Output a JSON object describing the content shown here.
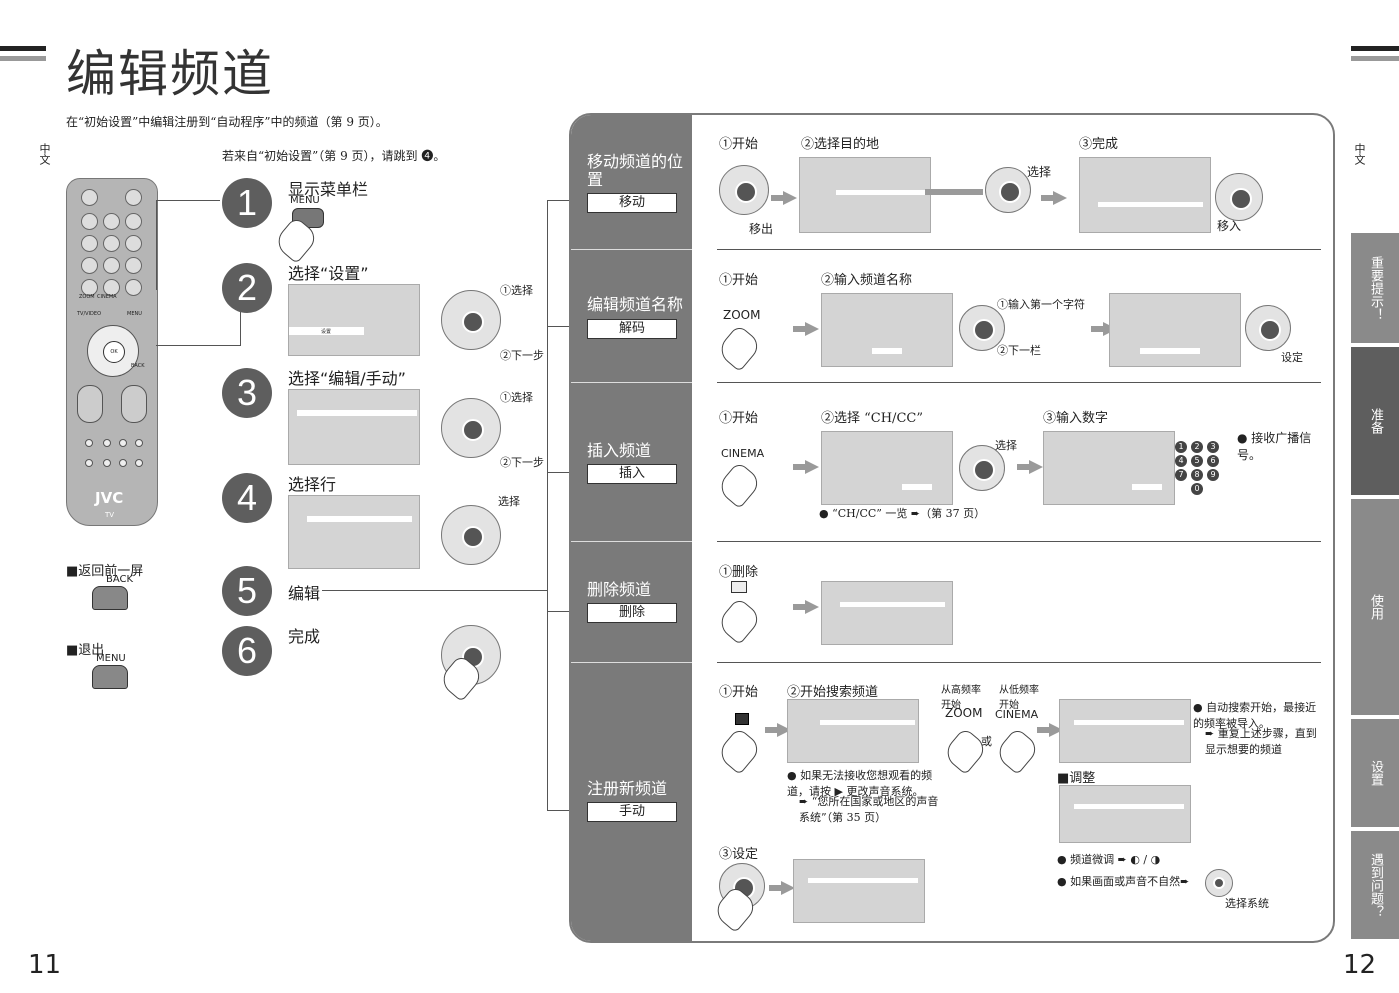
{
  "header": {
    "title": "编辑频道",
    "intro": "在“初始设置”中编辑注册到“自动程序”中的频道（第 9 页）。",
    "jump": "若来自“初始设置”（第 9 页），请跳到 ❹。"
  },
  "side_lang": {
    "left": "中文",
    "right": "中文"
  },
  "page_numbers": {
    "left": "11",
    "right": "12"
  },
  "steps": [
    {
      "num": "1",
      "label": "显示菜单栏",
      "sub": "MENU"
    },
    {
      "num": "2",
      "label": "选择“设置”"
    },
    {
      "num": "3",
      "label": "选择“编辑/手动”"
    },
    {
      "num": "4",
      "label": "选择行"
    },
    {
      "num": "5",
      "label": "编辑"
    },
    {
      "num": "6",
      "label": "完成"
    }
  ],
  "step_hints": {
    "s2_select": "①选择",
    "s2_next": "②下一步",
    "s3_select": "①选择",
    "s3_next": "②下一步",
    "s4_select": "选择",
    "s2_menu_item": "设置"
  },
  "remote": {
    "brand": "JVC",
    "tv": "TV",
    "zoom": "ZOOM",
    "cinema": "CINEMA",
    "tvvideo": "TV/VIDEO",
    "menu": "MENU",
    "back": "BACK",
    "ok": "OK"
  },
  "back_note": {
    "label": "■返回前一屏",
    "key": "BACK"
  },
  "exit_note": {
    "label": "■退出",
    "key": "MENU"
  },
  "sections": [
    {
      "title": "移动频道的位置",
      "button": "移动"
    },
    {
      "title": "编辑频道名称",
      "button": "解码"
    },
    {
      "title": "插入频道",
      "button": "插入"
    },
    {
      "title": "删除频道",
      "button": "删除"
    },
    {
      "title": "注册新频道",
      "button": "手动"
    }
  ],
  "move": {
    "start": "①开始",
    "dest": "②选择目的地",
    "done": "③完成",
    "select": "选择",
    "exit": "移出",
    "enter": "移入"
  },
  "rename": {
    "start": "①开始",
    "input": "②输入频道名称",
    "first_char": "①输入第一个字符",
    "next": "②下一栏",
    "set": "设定",
    "zoom": "ZOOM"
  },
  "insert": {
    "start": "①开始",
    "select": "②选择 “CH/CC”",
    "number": "③输入数字",
    "select_lbl": "选择",
    "cinema": "CINEMA",
    "note": "接收广播信号。",
    "list": "“CH/CC” 一览 ➨（第 37 页）"
  },
  "delete": {
    "label": "①删除"
  },
  "register": {
    "start": "①开始",
    "search": "②开始搜索频道",
    "high": "从高频率开始",
    "low": "从低频率开始",
    "zoom": "ZOOM",
    "cinema": "CINEMA",
    "or": "或",
    "auto_note": "自动搜索开始，最接近的频率被导入。",
    "repeat": "重复上述步骤，直到显示想要的频道",
    "sound_note": "如果无法接收您想观看的频道，请按 ▶ 更改声音系统。",
    "sound_ref": "“您所在国家或地区的声音系统”（第 35 页）",
    "adjust": "■调整",
    "fine": "频道微调",
    "unnatural": "如果画面或声音不自然",
    "sys": "选择系统",
    "set": "③设定"
  },
  "tabs": [
    "重要提示！",
    "准备",
    "使用",
    "设置",
    "遇到问题？"
  ],
  "keypad": [
    "1",
    "2",
    "3",
    "4",
    "5",
    "6",
    "7",
    "8",
    "9",
    "0"
  ],
  "colors": {
    "panel": "#7a7a7a",
    "active_tab": "#5e5e5e",
    "tab": "#8a8a8a"
  }
}
